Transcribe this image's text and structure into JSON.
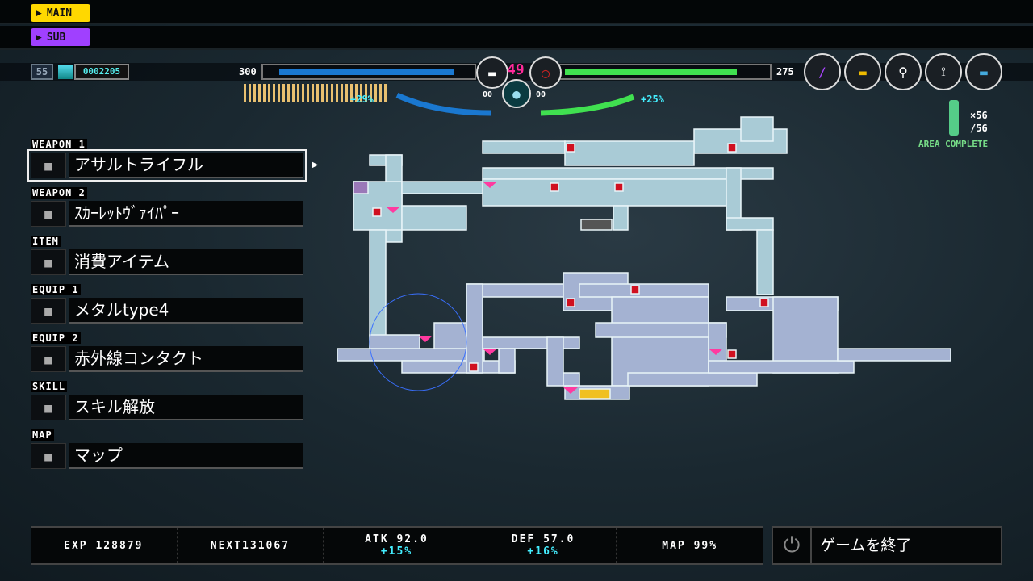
{
  "tags": {
    "main": "MAIN",
    "sub": "SUB"
  },
  "hud": {
    "level": "55",
    "money": "0002205",
    "hp_left": "300",
    "hp_right": "275",
    "ammo": "49",
    "boost_left": "+29%",
    "boost_right": "+25%",
    "sub_count_left": "00",
    "sub_count_right": "00",
    "hp_left_fraction": 0.9,
    "hp_right_fraction": 0.85
  },
  "collect": {
    "count": "×56",
    "total": "/56",
    "status": "AREA COMPLETE"
  },
  "menu": [
    {
      "label": "WEAPON 1",
      "value": "アサルトライフル",
      "icon": "rifle-icon"
    },
    {
      "label": "WEAPON 2",
      "value": "ｽｶｰﾚｯﾄｳﾞｧｲﾊﾟｰ",
      "icon": "whip-icon"
    },
    {
      "label": "ITEM",
      "value": "消費アイテム",
      "icon": "flask-icon"
    },
    {
      "label": "EQUIP 1",
      "value": "メタルtype4",
      "icon": "armor-icon"
    },
    {
      "label": "EQUIP 2",
      "value": "赤外線コンタクト",
      "icon": "lens-icon"
    },
    {
      "label": "SKILL",
      "value": "スキル解放",
      "icon": "arm-icon"
    },
    {
      "label": "MAP",
      "value": "マップ",
      "icon": "map-pin-icon"
    }
  ],
  "stats": [
    {
      "top": "EXP 128879",
      "bottom": ""
    },
    {
      "top": "NEXT131067",
      "bottom": ""
    },
    {
      "top": "ATK 92.0",
      "bottom": "+15%"
    },
    {
      "top": "DEF 57.0",
      "bottom": "+16%"
    },
    {
      "top": "MAP  99%",
      "bottom": ""
    }
  ],
  "quit": "ゲームを終了",
  "colors": {
    "main": "#ffd800",
    "sub": "#a040ff",
    "hp": "#1a78d0",
    "energy": "#40e050"
  }
}
